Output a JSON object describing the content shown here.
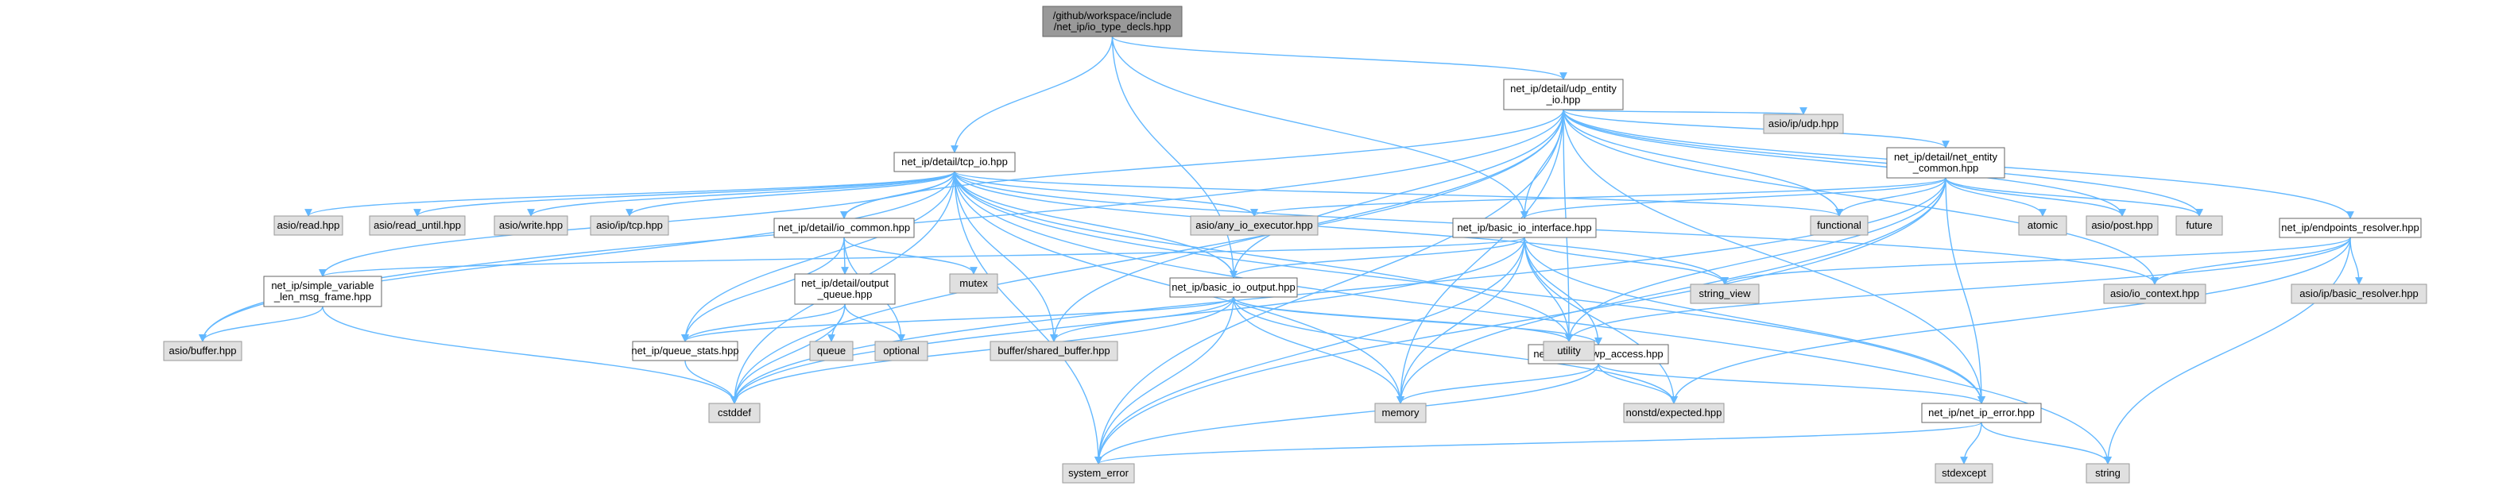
{
  "nodes": [
    {
      "id": "root",
      "lines": [
        "/github/workspace/include",
        "/net_ip/io_type_decls.hpp"
      ],
      "kind": "root"
    },
    {
      "id": "tcp_io",
      "lines": [
        "net_ip/detail/tcp_io.hpp"
      ],
      "kind": "doc"
    },
    {
      "id": "udp_entity_io",
      "lines": [
        "net_ip/detail/udp_entity",
        "_io.hpp"
      ],
      "kind": "doc"
    },
    {
      "id": "basic_io_interface",
      "lines": [
        "net_ip/basic_io_interface.hpp"
      ],
      "kind": "doc"
    },
    {
      "id": "basic_io_output",
      "lines": [
        "net_ip/basic_io_output.hpp"
      ],
      "kind": "doc"
    },
    {
      "id": "net_entity_common",
      "lines": [
        "net_ip/detail/net_entity",
        "_common.hpp"
      ],
      "kind": "doc"
    },
    {
      "id": "io_common",
      "lines": [
        "net_ip/detail/io_common.hpp"
      ],
      "kind": "doc"
    },
    {
      "id": "output_queue",
      "lines": [
        "net_ip/detail/output",
        "_queue.hpp"
      ],
      "kind": "doc"
    },
    {
      "id": "simple_variable",
      "lines": [
        "net_ip/simple_variable",
        "_len_msg_frame.hpp"
      ],
      "kind": "doc"
    },
    {
      "id": "queue_stats",
      "lines": [
        "net_ip/queue_stats.hpp"
      ],
      "kind": "doc"
    },
    {
      "id": "wp_access",
      "lines": [
        "net_ip/detail/wp_access.hpp"
      ],
      "kind": "doc"
    },
    {
      "id": "net_ip_error",
      "lines": [
        "net_ip/net_ip_error.hpp"
      ],
      "kind": "doc"
    },
    {
      "id": "endpoints_resolver",
      "lines": [
        "net_ip/endpoints_resolver.hpp"
      ],
      "kind": "doc"
    },
    {
      "id": "asio_read",
      "lines": [
        "asio/read.hpp"
      ],
      "kind": "sys"
    },
    {
      "id": "asio_read_until",
      "lines": [
        "asio/read_until.hpp"
      ],
      "kind": "sys"
    },
    {
      "id": "asio_write",
      "lines": [
        "asio/write.hpp"
      ],
      "kind": "sys"
    },
    {
      "id": "asio_tcp",
      "lines": [
        "asio/ip/tcp.hpp"
      ],
      "kind": "sys"
    },
    {
      "id": "asio_udp",
      "lines": [
        "asio/ip/udp.hpp"
      ],
      "kind": "sys"
    },
    {
      "id": "any_io_executor",
      "lines": [
        "asio/any_io_executor.hpp"
      ],
      "kind": "sys"
    },
    {
      "id": "functional",
      "lines": [
        "functional"
      ],
      "kind": "sys"
    },
    {
      "id": "atomic",
      "lines": [
        "atomic"
      ],
      "kind": "sys"
    },
    {
      "id": "asio_post",
      "lines": [
        "asio/post.hpp"
      ],
      "kind": "sys"
    },
    {
      "id": "future",
      "lines": [
        "future"
      ],
      "kind": "sys"
    },
    {
      "id": "mutex",
      "lines": [
        "mutex"
      ],
      "kind": "sys"
    },
    {
      "id": "string_view",
      "lines": [
        "string_view"
      ],
      "kind": "sys"
    },
    {
      "id": "io_context",
      "lines": [
        "asio/io_context.hpp"
      ],
      "kind": "sys"
    },
    {
      "id": "basic_resolver",
      "lines": [
        "asio/ip/basic_resolver.hpp"
      ],
      "kind": "sys"
    },
    {
      "id": "asio_buffer",
      "lines": [
        "asio/buffer.hpp"
      ],
      "kind": "sys"
    },
    {
      "id": "queue",
      "lines": [
        "queue"
      ],
      "kind": "sys"
    },
    {
      "id": "optional",
      "lines": [
        "optional"
      ],
      "kind": "sys"
    },
    {
      "id": "shared_buffer",
      "lines": [
        "buffer/shared_buffer.hpp"
      ],
      "kind": "sys"
    },
    {
      "id": "utility",
      "lines": [
        "utility"
      ],
      "kind": "sys"
    },
    {
      "id": "cstddef",
      "lines": [
        "cstddef"
      ],
      "kind": "sys"
    },
    {
      "id": "memory",
      "lines": [
        "memory"
      ],
      "kind": "sys"
    },
    {
      "id": "expected",
      "lines": [
        "nonstd/expected.hpp"
      ],
      "kind": "sys"
    },
    {
      "id": "system_error",
      "lines": [
        "system_error"
      ],
      "kind": "sys"
    },
    {
      "id": "stdexcept",
      "lines": [
        "stdexcept"
      ],
      "kind": "sys"
    },
    {
      "id": "string",
      "lines": [
        "string"
      ],
      "kind": "sys"
    }
  ],
  "edges": [
    [
      "root",
      "tcp_io"
    ],
    [
      "root",
      "udp_entity_io"
    ],
    [
      "root",
      "basic_io_output"
    ],
    [
      "root",
      "basic_io_interface"
    ],
    [
      "tcp_io",
      "asio_read"
    ],
    [
      "tcp_io",
      "asio_read_until"
    ],
    [
      "tcp_io",
      "asio_write"
    ],
    [
      "tcp_io",
      "asio_tcp"
    ],
    [
      "tcp_io",
      "io_common"
    ],
    [
      "tcp_io",
      "any_io_executor"
    ],
    [
      "tcp_io",
      "functional"
    ],
    [
      "tcp_io",
      "string_view"
    ],
    [
      "tcp_io",
      "io_context"
    ],
    [
      "tcp_io",
      "simple_variable"
    ],
    [
      "tcp_io",
      "asio_buffer"
    ],
    [
      "tcp_io",
      "queue_stats"
    ],
    [
      "tcp_io",
      "basic_io_output"
    ],
    [
      "tcp_io",
      "shared_buffer"
    ],
    [
      "tcp_io",
      "memory"
    ],
    [
      "tcp_io",
      "utility"
    ],
    [
      "tcp_io",
      "cstddef"
    ],
    [
      "tcp_io",
      "system_error"
    ],
    [
      "tcp_io",
      "net_ip_error"
    ],
    [
      "tcp_io",
      "string"
    ],
    [
      "udp_entity_io",
      "asio_udp"
    ],
    [
      "udp_entity_io",
      "net_entity_common"
    ],
    [
      "udp_entity_io",
      "basic_io_interface"
    ],
    [
      "udp_entity_io",
      "io_common"
    ],
    [
      "udp_entity_io",
      "functional"
    ],
    [
      "udp_entity_io",
      "asio_post"
    ],
    [
      "udp_entity_io",
      "future"
    ],
    [
      "udp_entity_io",
      "endpoints_resolver"
    ],
    [
      "udp_entity_io",
      "io_context"
    ],
    [
      "udp_entity_io",
      "basic_io_output"
    ],
    [
      "udp_entity_io",
      "shared_buffer"
    ],
    [
      "udp_entity_io",
      "asio_buffer"
    ],
    [
      "udp_entity_io",
      "memory"
    ],
    [
      "udp_entity_io",
      "utility"
    ],
    [
      "udp_entity_io",
      "cstddef"
    ],
    [
      "udp_entity_io",
      "system_error"
    ],
    [
      "udp_entity_io",
      "net_ip_error"
    ],
    [
      "net_entity_common",
      "any_io_executor"
    ],
    [
      "net_entity_common",
      "functional"
    ],
    [
      "net_entity_common",
      "atomic"
    ],
    [
      "net_entity_common",
      "asio_post"
    ],
    [
      "net_entity_common",
      "future"
    ],
    [
      "net_entity_common",
      "basic_io_interface"
    ],
    [
      "net_entity_common",
      "utility"
    ],
    [
      "net_entity_common",
      "memory"
    ],
    [
      "net_entity_common",
      "system_error"
    ],
    [
      "net_entity_common",
      "net_ip_error"
    ],
    [
      "net_entity_common",
      "cstddef"
    ],
    [
      "basic_io_interface",
      "basic_io_output"
    ],
    [
      "basic_io_interface",
      "wp_access"
    ],
    [
      "basic_io_interface",
      "string_view"
    ],
    [
      "basic_io_interface",
      "utility"
    ],
    [
      "basic_io_interface",
      "memory"
    ],
    [
      "basic_io_interface",
      "expected"
    ],
    [
      "basic_io_interface",
      "system_error"
    ],
    [
      "basic_io_interface",
      "net_ip_error"
    ],
    [
      "basic_io_interface",
      "cstddef"
    ],
    [
      "basic_io_interface",
      "simple_variable"
    ],
    [
      "io_common",
      "output_queue"
    ],
    [
      "io_common",
      "mutex"
    ],
    [
      "io_common",
      "optional"
    ],
    [
      "io_common",
      "queue_stats"
    ],
    [
      "output_queue",
      "queue"
    ],
    [
      "output_queue",
      "optional"
    ],
    [
      "output_queue",
      "queue_stats"
    ],
    [
      "output_queue",
      "cstddef"
    ],
    [
      "basic_io_output",
      "queue_stats"
    ],
    [
      "basic_io_output",
      "wp_access"
    ],
    [
      "basic_io_output",
      "shared_buffer"
    ],
    [
      "basic_io_output",
      "memory"
    ],
    [
      "basic_io_output",
      "utility"
    ],
    [
      "basic_io_output",
      "cstddef"
    ],
    [
      "basic_io_output",
      "system_error"
    ],
    [
      "basic_io_output",
      "expected"
    ],
    [
      "simple_variable",
      "asio_buffer"
    ],
    [
      "simple_variable",
      "cstddef"
    ],
    [
      "queue_stats",
      "cstddef"
    ],
    [
      "wp_access",
      "memory"
    ],
    [
      "wp_access",
      "system_error"
    ],
    [
      "wp_access",
      "expected"
    ],
    [
      "wp_access",
      "net_ip_error"
    ],
    [
      "net_ip_error",
      "system_error"
    ],
    [
      "net_ip_error",
      "stdexcept"
    ],
    [
      "net_ip_error",
      "string"
    ],
    [
      "endpoints_resolver",
      "basic_resolver"
    ],
    [
      "endpoints_resolver",
      "io_context"
    ],
    [
      "endpoints_resolver",
      "string_view"
    ],
    [
      "endpoints_resolver",
      "utility"
    ],
    [
      "endpoints_resolver",
      "expected"
    ],
    [
      "endpoints_resolver",
      "string"
    ]
  ]
}
